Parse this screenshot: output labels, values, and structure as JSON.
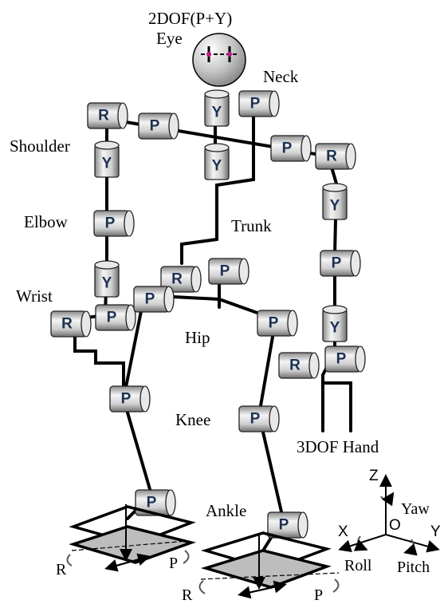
{
  "labels": {
    "eye_title": "2DOF(P+Y)",
    "eye": "Eye",
    "neck": "Neck",
    "shoulder": "Shoulder",
    "elbow": "Elbow",
    "trunk": "Trunk",
    "wrist": "Wrist",
    "hip": "Hip",
    "knee": "Knee",
    "hand": "3DOF Hand",
    "ankle": "Ankle"
  },
  "joint_letters": {
    "roll": "R",
    "pitch": "P",
    "yaw": "Y"
  },
  "foot_axes": {
    "r": "R",
    "p": "P"
  },
  "axes_legend": {
    "z": "Z",
    "x": "X",
    "y": "Y",
    "o": "O",
    "yaw": "Yaw",
    "roll": "Roll",
    "pitch": "Pitch"
  },
  "colors": {
    "joint_dark": "#7a7a7a",
    "joint_light": "#f2f2f2",
    "joint_letter": "#1b3152",
    "foot_plate": "#bdbdbd"
  }
}
